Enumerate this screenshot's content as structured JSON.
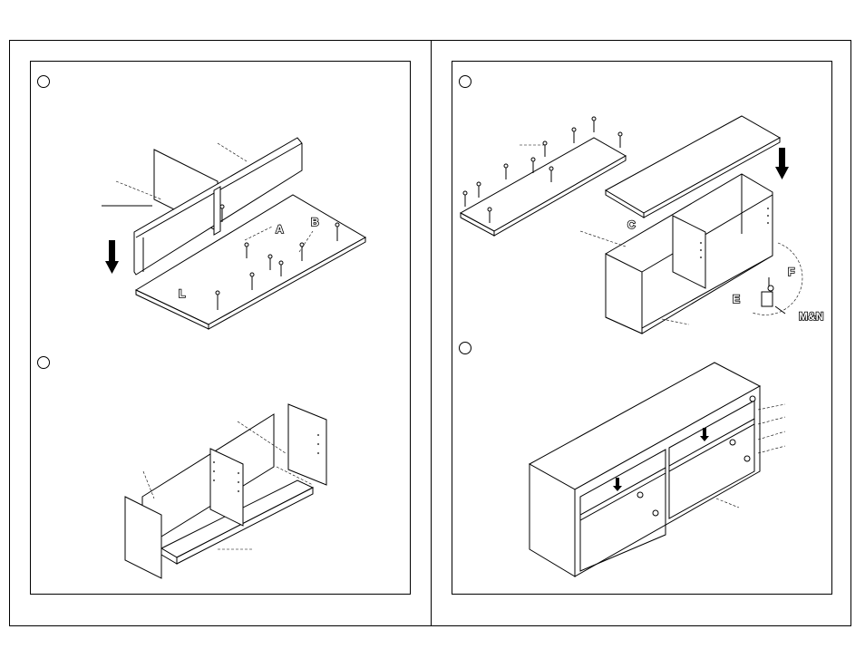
{
  "labels": {
    "a": "A",
    "b": "B",
    "l": "L",
    "c": "C",
    "f": "F",
    "e": "E",
    "mn": "M&N"
  },
  "icons": {
    "arrow": "down-arrow-icon",
    "screw": "screw-icon",
    "cam": "cam-lock-icon"
  },
  "colors": {
    "line": "#000000",
    "paper": "#ffffff"
  }
}
